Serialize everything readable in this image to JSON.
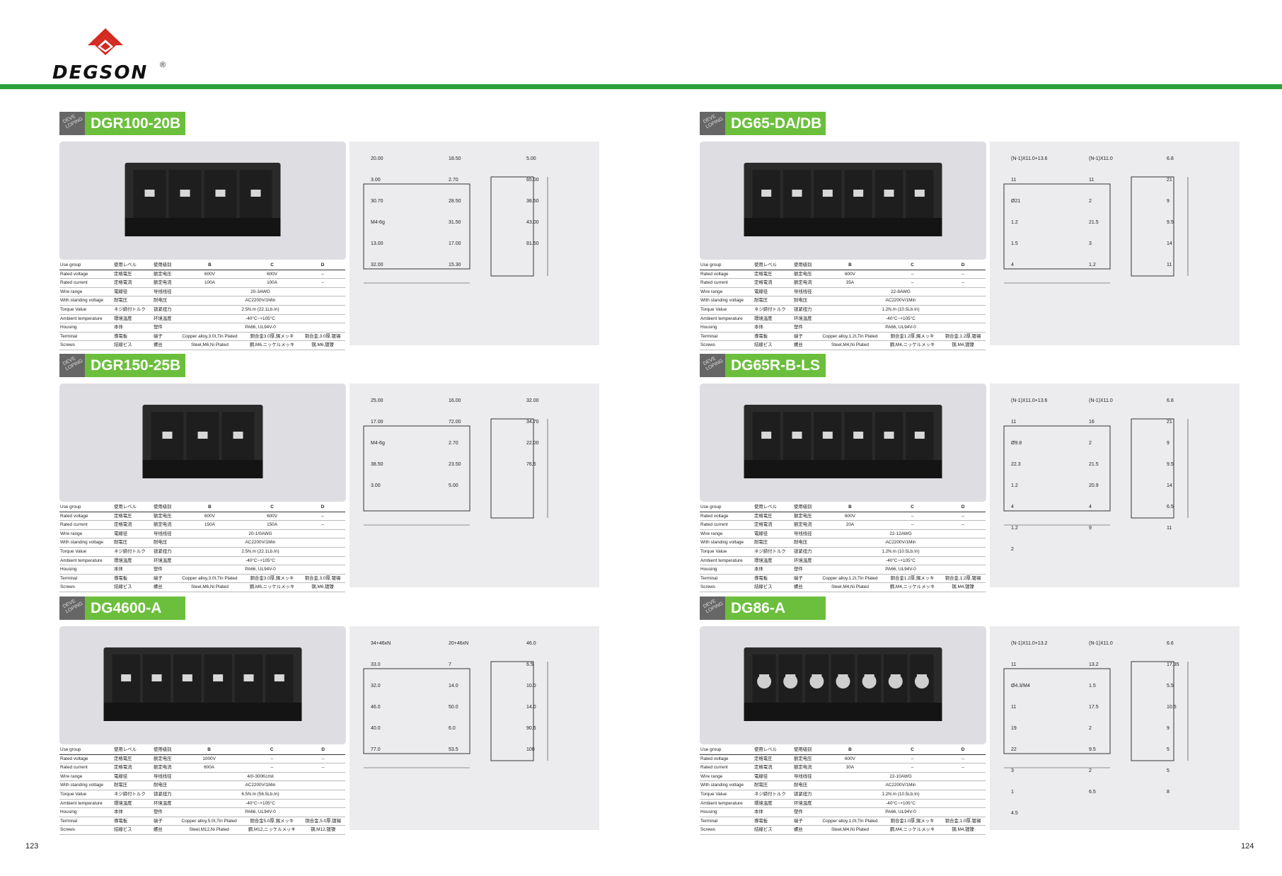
{
  "brand": {
    "name": "DEGSON",
    "reg_mark": "®",
    "colors": {
      "red": "#d42a22",
      "green": "#2ba239"
    }
  },
  "page_numbers": {
    "left": "123",
    "right": "124"
  },
  "badge_text": "DEVE LOPING",
  "row_labels": [
    "Use group",
    "Rated voltage",
    "Rated current",
    "Wire range",
    "With standing voltage",
    "Torque Value",
    "Ambient temperature",
    "Housing",
    "Terminal",
    "Screws"
  ],
  "jp_labels": [
    "使用レベル",
    "定格電圧",
    "定格電流",
    "電線径",
    "耐電圧",
    "ネジ締付トルク",
    "環境温度",
    "本体",
    "導電板",
    "結線ビス"
  ],
  "cn_labels": [
    "使用级别",
    "额定电压",
    "额定电流",
    "导线线径",
    "耐电压",
    "锁紧扭力",
    "环境温度",
    "塑件",
    "端子",
    "螺丝"
  ],
  "products": [
    {
      "title": "DGR100-20B",
      "cols": [
        "B",
        "C",
        "D"
      ],
      "voltage": [
        "600V",
        "600V",
        "–"
      ],
      "current": [
        "100A",
        "100A",
        "–"
      ],
      "wire": "20-3AWG",
      "withstand": "AC2200V/1Min",
      "torque": "2.5N.m (22.1Lb.In)",
      "temp": "-40°C~+105°C",
      "housing": "PA66, UL94V-0",
      "terminal": [
        "Copper alloy,3.0t,Tin Plated",
        "銅合金3.0厚,錫メッキ",
        "铜合金,3.0厚,镀锡"
      ],
      "screws": [
        "Steel,M6,Ni Plated",
        "鋼,M6,ニッケルメッキ",
        "钢,M6,镀镍"
      ],
      "dims": [
        "20.00",
        "18.50",
        "5.00",
        "3.00",
        "2.70",
        "65.00",
        "30.70",
        "28.50",
        "38.50",
        "M4-6g",
        "31.50",
        "43.00",
        "13.00",
        "17.00",
        "81.50",
        "32.00",
        "15.30"
      ]
    },
    {
      "title": "DGR150-25B",
      "cols": [
        "B",
        "C",
        "D"
      ],
      "voltage": [
        "600V",
        "600V",
        "–"
      ],
      "current": [
        "150A",
        "150A",
        "–"
      ],
      "wire": "20-1/0AWG",
      "withstand": "AC2200V/1Min",
      "torque": "2.5N.m (22.1Lb.In)",
      "temp": "-40°C~+105°C",
      "housing": "PA66, UL94V-0",
      "terminal": [
        "Copper alloy,3.0t,Tin Plated",
        "銅合金3.0厚,錫メッキ",
        "铜合金,3.0厚,镀锡"
      ],
      "screws": [
        "Steel,M6,Ni Plated",
        "鋼,M6,ニッケルメッキ",
        "钢,M6,镀镍"
      ],
      "dims": [
        "25.00",
        "16.00",
        "32.00",
        "17.00",
        "72.00",
        "34.70",
        "M4-6g",
        "2.70",
        "22.00",
        "38.50",
        "23.50",
        "76.5",
        "3.00",
        "5.00"
      ]
    },
    {
      "title": "DG4600-A",
      "cols": [
        "B",
        "C",
        "D"
      ],
      "voltage": [
        "1000V",
        "–",
        "–"
      ],
      "current": [
        "600A",
        "–",
        "–"
      ],
      "wire": "4/0-300Kcmil",
      "withstand": "AC2200V/1Min",
      "torque": "6.5N.m (56.5Lb.In)",
      "temp": "-40°C~+105°C",
      "housing": "PA66, UL94V-0",
      "terminal": [
        "Copper alloy,5.0t,Tin Plated",
        "銅合金5.0厚,錫メッキ",
        "铜合金,5.0厚,镀锡"
      ],
      "screws": [
        "Steel,M12,Ni Plated",
        "鋼,M12,ニッケルメッキ",
        "钢,M12,镀镍"
      ],
      "dims": [
        "34+46xN",
        "20+46xN",
        "46.0",
        "33.0",
        "7",
        "6.5",
        "32.0",
        "14.0",
        "10.0",
        "46.0",
        "50.0",
        "14.0",
        "40.0",
        "6.0",
        "90.5",
        "77.0",
        "53.5",
        "100"
      ]
    },
    {
      "title": "DG65-DA/DB",
      "cols": [
        "B",
        "C",
        "D"
      ],
      "voltage": [
        "600V",
        "–",
        "–"
      ],
      "current": [
        "35A",
        "–",
        "–"
      ],
      "wire": "22-8AWG",
      "withstand": "AC2200V/1Min",
      "torque": "1.2N.m (10.5Lb.In)",
      "temp": "-40°C~+105°C",
      "housing": "PA66, UL94V-0",
      "terminal": [
        "Copper alloy,1.2t,Tin Plated",
        "銅合金1.2厚,錫メッキ",
        "铜合金,1.2厚,镀锡"
      ],
      "screws": [
        "Steel,M4,Ni Plated",
        "鋼,M4,ニッケルメッキ",
        "钢,M4,镀镍"
      ],
      "dims": [
        "(N-1)X11.0+13.6",
        "(N-1)X11.0",
        "6.8",
        "11",
        "11",
        "21",
        "Ø21",
        "2",
        "9",
        "1.2",
        "21.5",
        "9.5",
        "1.5",
        "3",
        "14",
        "4",
        "1.2",
        "11"
      ]
    },
    {
      "title": "DG65R-B-LS",
      "cols": [
        "B",
        "C",
        "D"
      ],
      "voltage": [
        "600V",
        "–",
        "–"
      ],
      "current": [
        "20A",
        "–",
        "–"
      ],
      "wire": "22-12AWG",
      "withstand": "AC2200V/1Min",
      "torque": "1.2N.m (10.5Lb.In)",
      "temp": "-40°C~+105°C",
      "housing": "PA66, UL94V-0",
      "terminal": [
        "Copper alloy,1.2t,Tin Plated",
        "銅合金1.2厚,錫メッキ",
        "铜合金,1.2厚,镀锡"
      ],
      "screws": [
        "Steel,M4,Ni Plated",
        "鋼,M4,ニッケルメッキ",
        "钢,M4,镀镍"
      ],
      "dims": [
        "(N-1)X11.0+13.6",
        "(N-1)X11.0",
        "6.8",
        "11",
        "16",
        "21",
        "Ø9.8",
        "2",
        "9",
        "22.3",
        "21.5",
        "9.5",
        "1.2",
        "20.9",
        "14",
        "4",
        "4",
        "6.5",
        "1.2",
        "9",
        "11",
        "2"
      ]
    },
    {
      "title": "DG86-A",
      "cols": [
        "B",
        "C",
        "D"
      ],
      "voltage": [
        "600V",
        "–",
        "–"
      ],
      "current": [
        "30A",
        "–",
        "–"
      ],
      "wire": "22-10AWG",
      "withstand": "AC2200V/1Min",
      "torque": "1.2N.m (10.5Lb.In)",
      "temp": "-40°C~+105°C",
      "housing": "PA66, UL94V-0",
      "terminal": [
        "Copper alloy,1.0t,Tin Plated",
        "銅合金1.0厚,錫メッキ",
        "铜合金,1.0厚,镀锡"
      ],
      "screws": [
        "Steel,M4,Ni Plated",
        "鋼,M4,ニッケルメッキ",
        "钢,M4,镀镍"
      ],
      "dims": [
        "(N-1)X11.0+13.2",
        "(N-1)X11.0",
        "6.6",
        "11",
        "13.2",
        "17.35",
        "Ø4.3/M4",
        "1.5",
        "5.5",
        "11",
        "17.5",
        "10.5",
        "19",
        "2",
        "9",
        "22",
        "9.5",
        "5",
        "3",
        "2",
        "5",
        "1",
        "6.5",
        "8",
        "4.5"
      ]
    }
  ]
}
